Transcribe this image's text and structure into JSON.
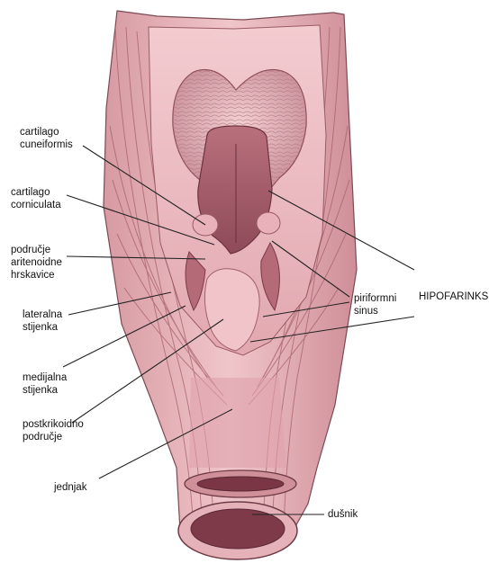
{
  "diagram": {
    "labels": {
      "cartilago_cuneiformis": "cartilago\ncuneiformis",
      "cartilago_corniculata": "cartilago\ncorniculata",
      "aritenoidne": "područje\naritenoidne\nhrskavice",
      "lateralna": "lateralna\nstijenka",
      "medijalna": "medijalna\nstijenka",
      "postkrikoidno": "postkrikoidno\npodručje",
      "jednjak": "jednjak",
      "piriformni": "piriformni\nsinus",
      "hipofarinks": "HIPOFARINKS",
      "dusnik": "dušnik"
    },
    "colors": {
      "tissue_base": "#e8b8bd",
      "muscle": "#c9848d",
      "muscle_dark": "#9e5a66",
      "mucosa_pink": "#f2c8cc",
      "cartilage_dark": "#a56470",
      "line": "#222222"
    }
  }
}
